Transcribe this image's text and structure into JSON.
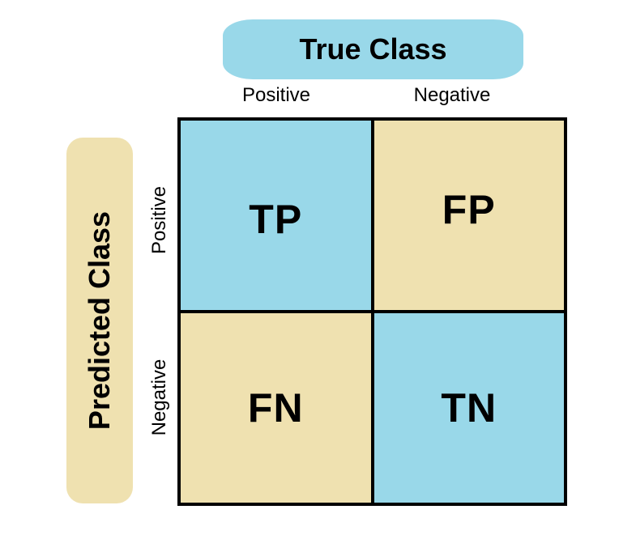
{
  "header": {
    "true_class_label": "True Class",
    "predicted_class_label": "Predicted Class"
  },
  "columns": [
    "Positive",
    "Negative"
  ],
  "rows": [
    "Positive",
    "Negative"
  ],
  "cells": [
    {
      "label": "TP",
      "color": "#99d8e9"
    },
    {
      "label": "FP",
      "color": "#efe1b0"
    },
    {
      "label": "FN",
      "color": "#efe1b0"
    },
    {
      "label": "TN",
      "color": "#99d8e9"
    }
  ],
  "colors": {
    "true_class_pill": "#99d8e9",
    "predicted_class_pill": "#efe1b0"
  }
}
